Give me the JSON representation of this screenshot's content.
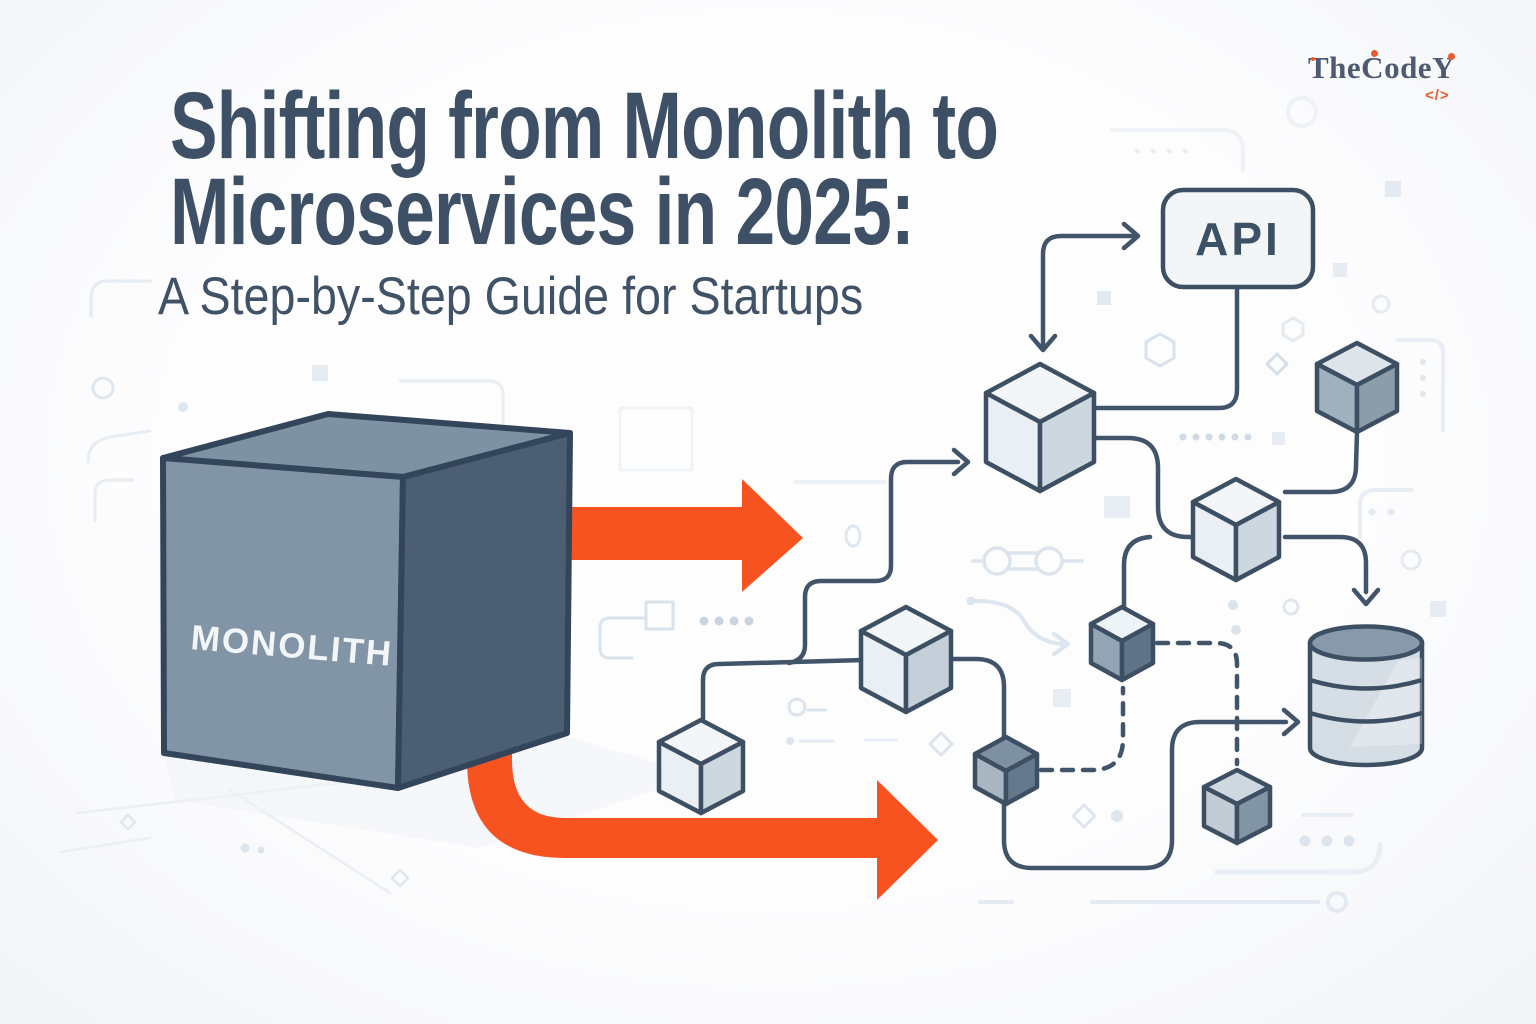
{
  "brand": {
    "name": "TheCodeY",
    "code_glyph": "</>"
  },
  "title": {
    "line1": "Shifting from Monolith to",
    "line2": "Microservices in 2025:",
    "subtitle": "A Step-by-Step Guide for Startups"
  },
  "diagram": {
    "monolith_label": "MONOLITH",
    "api_label": "API",
    "microservice_cube_count": 8,
    "icons": [
      "monolith-cube",
      "transition-arrow-top",
      "transition-arrow-bottom",
      "microservice-cube",
      "api-gateway-box",
      "database-cylinder-icon",
      "connector-line",
      "dashed-connector"
    ]
  },
  "colors": {
    "accent_orange": "#f75321",
    "ink": "#3d5065",
    "line": "#42546a",
    "logo_ink": "#4d5a72",
    "cube_front": "#8295a6",
    "cube_top": "#7e92a3",
    "cube_side": "#4c5f72",
    "light_cube_top": "#f2f6f9",
    "light_cube_left": "#e9eff4",
    "light_cube_right": "#cdd7e0",
    "db_top": "#8799ab",
    "db_body": "#d6dee5",
    "background": "#fbfcfd"
  }
}
